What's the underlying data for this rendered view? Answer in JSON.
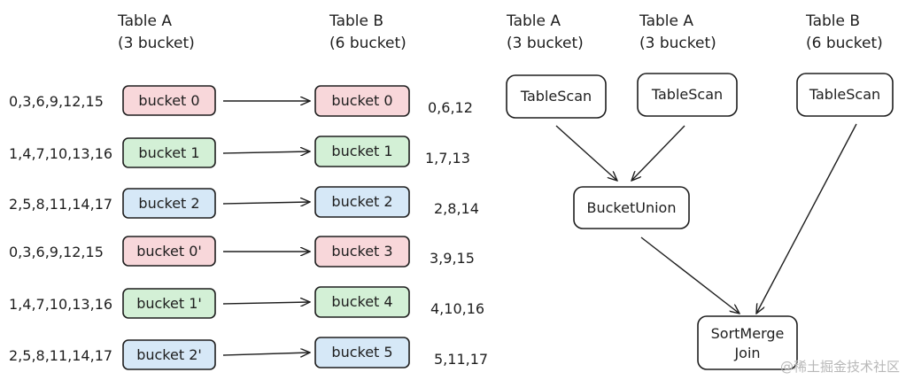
{
  "left_headers": {
    "table_a": {
      "name": "Table A",
      "buckets": "(3 bucket)"
    },
    "table_b": {
      "name": "Table B",
      "buckets": "(6 bucket)"
    }
  },
  "bucket_rows": [
    {
      "a_values": "0,3,6,9,12,15",
      "a_label": "bucket 0",
      "b_label": "bucket 0",
      "b_values": "0,6,12",
      "color": "#f8d7da"
    },
    {
      "a_values": "1,4,7,10,13,16",
      "a_label": "bucket 1",
      "b_label": "bucket 1",
      "b_values": "1,7,13",
      "color": "#d3f0d6"
    },
    {
      "a_values": "2,5,8,11,14,17",
      "a_label": "bucket 2",
      "b_label": "bucket 2",
      "b_values": "2,8,14",
      "color": "#d6e8f7"
    },
    {
      "a_values": "0,3,6,9,12,15",
      "a_label": "bucket 0'",
      "b_label": "bucket 3",
      "b_values": "3,9,15",
      "color": "#f8d7da"
    },
    {
      "a_values": "1,4,7,10,13,16",
      "a_label": "bucket 1'",
      "b_label": "bucket 4",
      "b_values": "4,10,16",
      "color": "#d3f0d6"
    },
    {
      "a_values": "2,5,8,11,14,17",
      "a_label": "bucket 2'",
      "b_label": "bucket 5",
      "b_values": "5,11,17",
      "color": "#d6e8f7"
    }
  ],
  "plan": {
    "headers": [
      {
        "name": "Table A",
        "buckets": "(3 bucket)"
      },
      {
        "name": "Table A",
        "buckets": "(3 bucket)"
      },
      {
        "name": "Table B",
        "buckets": "(6 bucket)"
      }
    ],
    "scans": [
      "TableScan",
      "TableScan",
      "TableScan"
    ],
    "union": "BucketUnion",
    "join_line1": "SortMerge",
    "join_line2": "Join"
  },
  "watermark": "@稀土掘金技术社区"
}
